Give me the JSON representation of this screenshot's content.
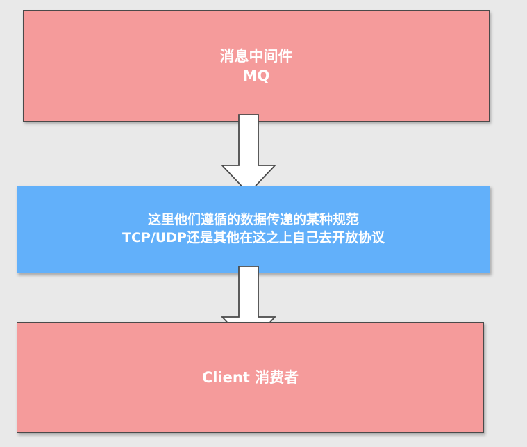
{
  "diagram": {
    "nodes": [
      {
        "id": "mq",
        "lines": [
          "消息中间件",
          "MQ"
        ],
        "color": "#f59b9b"
      },
      {
        "id": "protocol",
        "lines": [
          "这里他们遵循的数据传递的某种规范",
          "TCP/UDP还是其他在这之上自己去开放协议"
        ],
        "color": "#62b0fa"
      },
      {
        "id": "client",
        "lines": [
          "Client 消费者"
        ],
        "color": "#f59b9b"
      }
    ],
    "edges": [
      {
        "from": "mq",
        "to": "protocol"
      },
      {
        "from": "protocol",
        "to": "client"
      }
    ],
    "border_color": "#4a4a4a",
    "text_color": "#ffffff",
    "arrow_fill": "#ffffff",
    "background": "#e9e9e9"
  }
}
